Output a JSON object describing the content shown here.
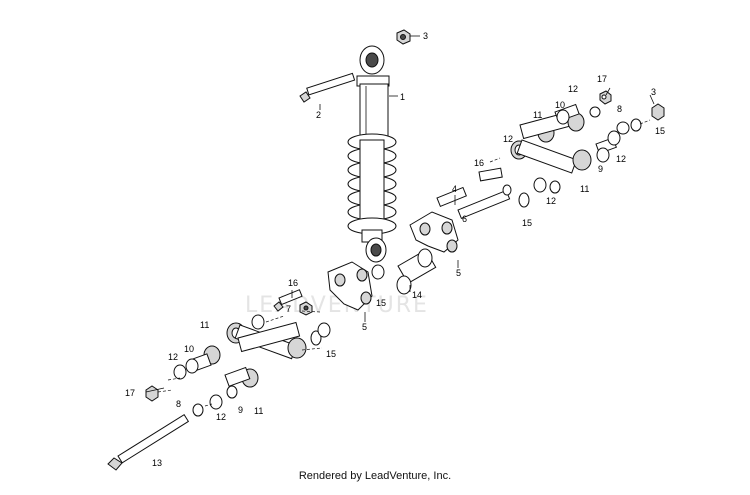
{
  "watermark": "LEADVENTURE",
  "footer": "Rendered by LeadVenture, Inc.",
  "callouts": [
    "1",
    "2",
    "3",
    "3",
    "4",
    "5",
    "5",
    "6",
    "7",
    "8",
    "8",
    "9",
    "9",
    "10",
    "10",
    "11",
    "11",
    "11",
    "11",
    "12",
    "12",
    "12",
    "12",
    "12",
    "12",
    "13",
    "14",
    "15",
    "15",
    "15",
    "15",
    "16",
    "16",
    "17",
    "17"
  ]
}
